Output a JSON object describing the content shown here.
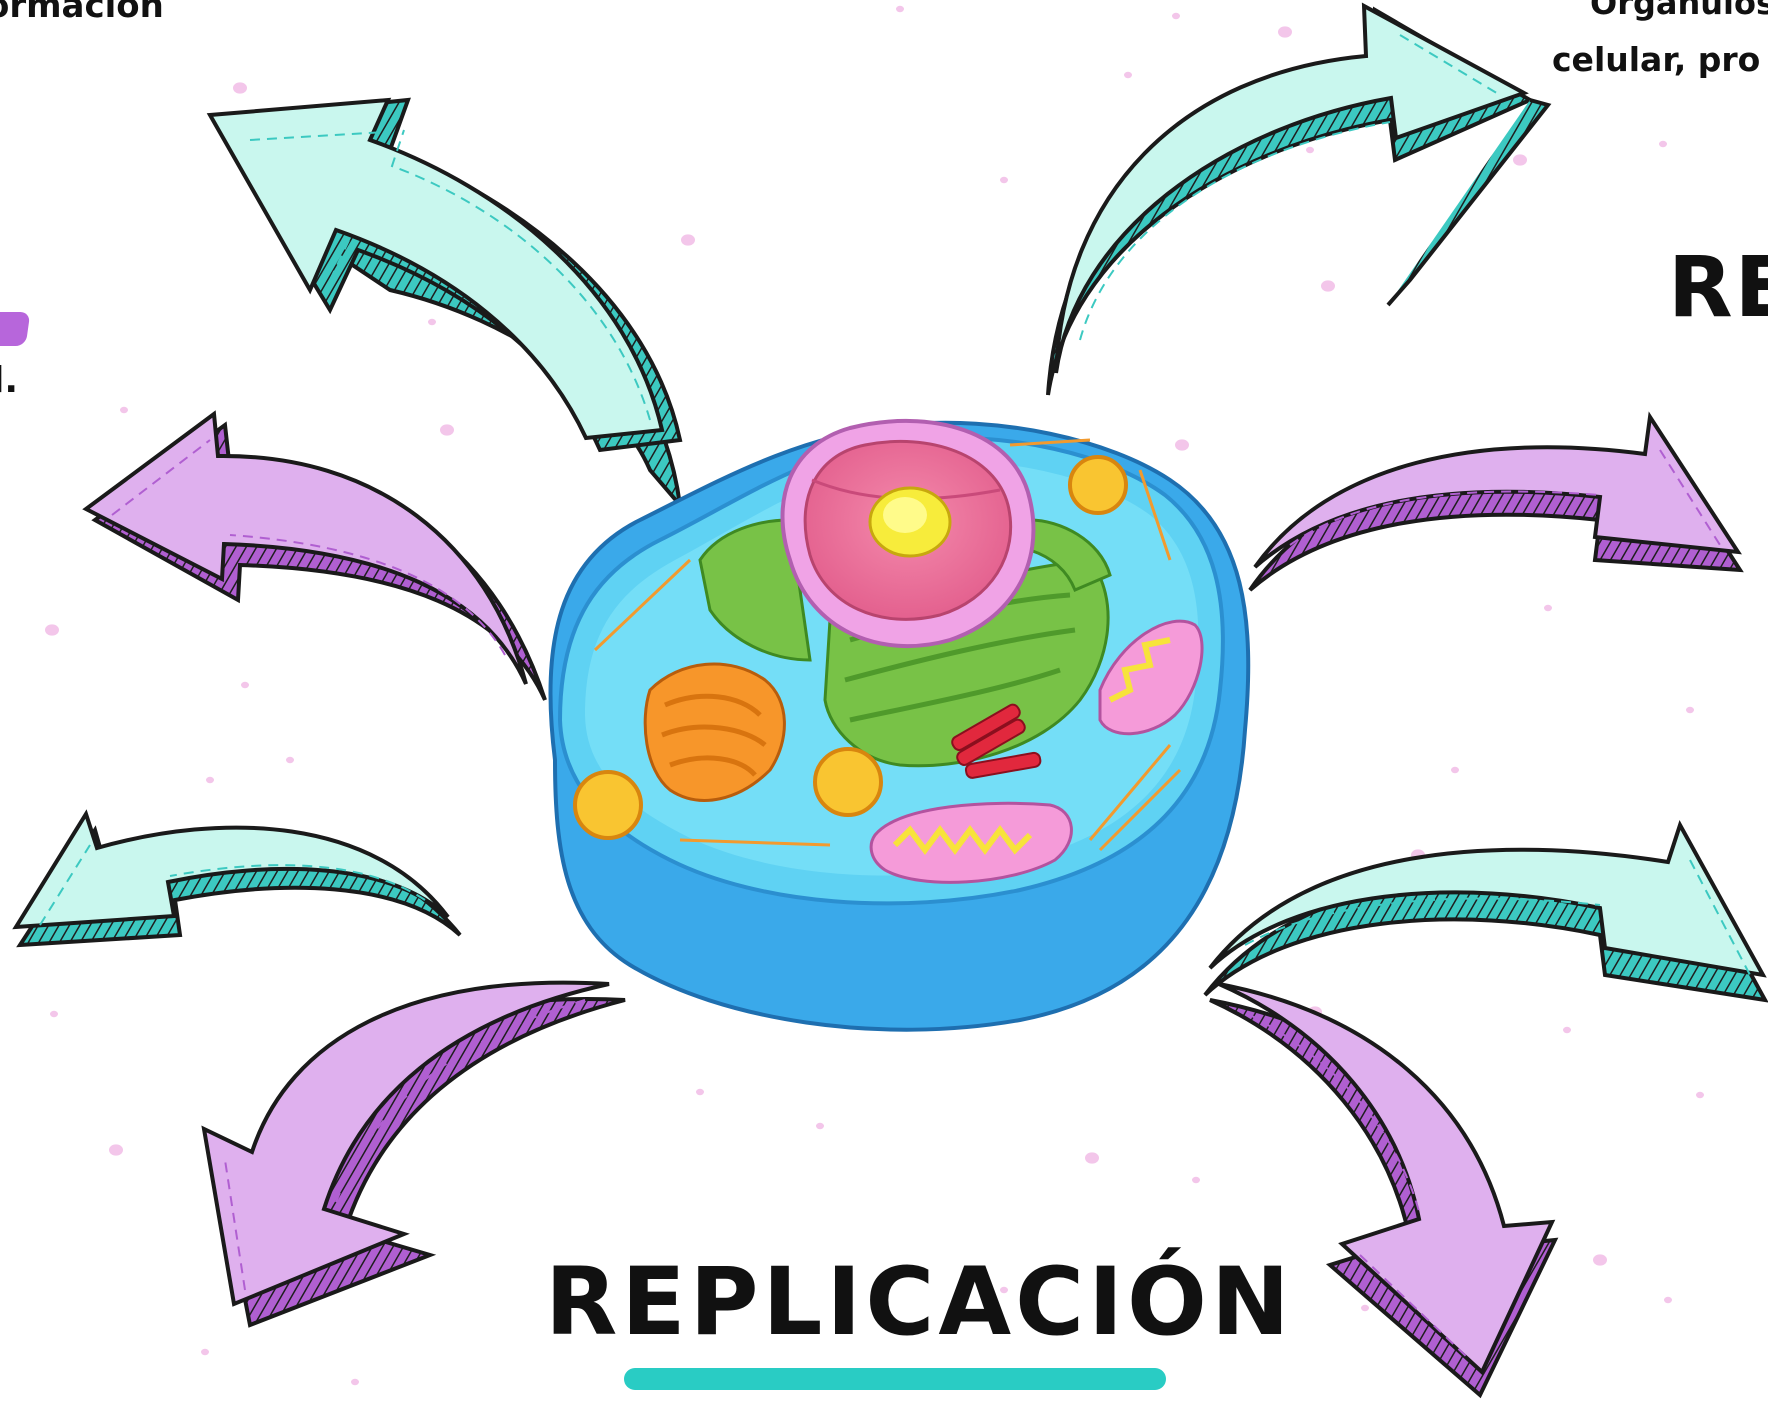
{
  "texts": {
    "top_left": "ormación",
    "top_right_line1": "Orgánulos",
    "top_right_line2": "celular, pro",
    "left_fragment": "l.",
    "right_heading_fragment": "RE",
    "title": "REPLICACIÓN"
  },
  "colors": {
    "teal_fill": "#c9f7ee",
    "teal_side": "#3cc9c1",
    "purple_fill": "#dfb0ee",
    "purple_side": "#b05fd1",
    "underline": "#29ccc4",
    "cytoplasm": "#4dc3ef",
    "cell_base": "#3aa9ea",
    "nucleus": "#ee6f9c",
    "envelope": "#f0a3e6",
    "nucleolus": "#f7ec3b",
    "er": "#78c247",
    "golgi": "#f7962a",
    "mito": "#f59bd9",
    "vesicle": "#f9c531",
    "centriole": "#e1283d",
    "dots": "#f3c6ea"
  },
  "diagram": {
    "center_image": "animal-cell-illustration",
    "arrows": [
      "teal",
      "purple",
      "teal",
      "purple",
      "teal",
      "purple",
      "teal",
      "purple"
    ]
  }
}
